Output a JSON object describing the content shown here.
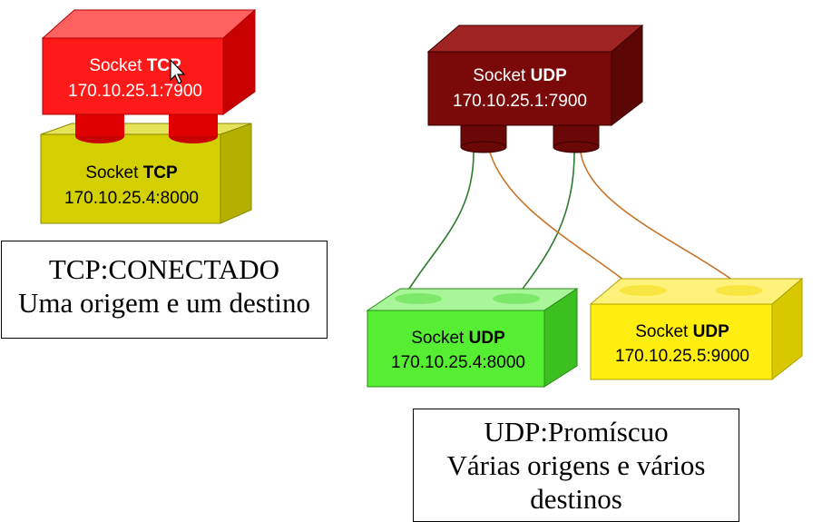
{
  "tcp": {
    "server": {
      "prefix": "Socket ",
      "bold": "TCP",
      "address": "170.10.25.1:7900"
    },
    "client": {
      "prefix": "Socket ",
      "bold": "TCP",
      "address": "170.10.25.4:8000"
    },
    "caption": {
      "line1": "TCP:CONECTADO",
      "line2": "Uma origem e um destino"
    }
  },
  "udp": {
    "server": {
      "prefix": "Socket ",
      "bold": "UDP",
      "address": "170.10.25.1:7900"
    },
    "client_a": {
      "prefix": "Socket ",
      "bold": "UDP",
      "address": "170.10.25.4:8000"
    },
    "client_b": {
      "prefix": "Socket ",
      "bold": "UDP",
      "address": "170.10.25.5:9000"
    },
    "caption": {
      "line1": "UDP:Promíscuo",
      "line2": "Várias origens e vários",
      "line3": "destinos"
    }
  },
  "colors": {
    "tcp_server": "#ff1a1a",
    "tcp_client": "#d4d000",
    "udp_server": "#7a0a0a",
    "udp_client_a": "#55ee33",
    "udp_client_b": "#ffee10",
    "wire_green": "#2e7a2e",
    "wire_orange": "#c8742a"
  },
  "icons": {
    "pointer": "mouse-pointer-icon"
  }
}
